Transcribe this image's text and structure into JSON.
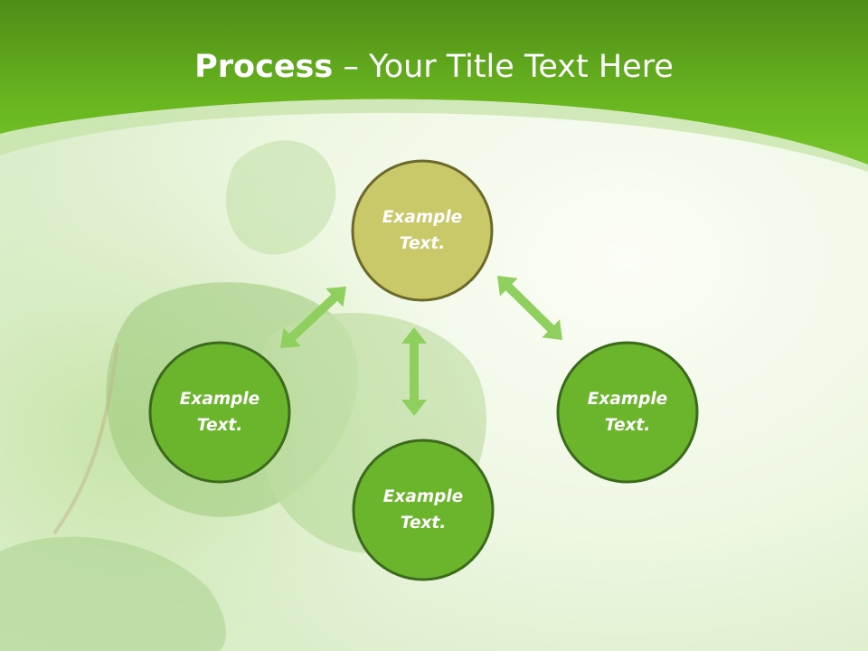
{
  "title": {
    "bold": "Process",
    "rest": " – Your Title Text Here"
  },
  "nodes": [
    {
      "id": "top",
      "line1": "Example",
      "line2": "Text."
    },
    {
      "id": "left",
      "line1": "Example",
      "line2": "Text."
    },
    {
      "id": "bottom",
      "line1": "Example",
      "line2": "Text."
    },
    {
      "id": "right",
      "line1": "Example",
      "line2": "Text."
    }
  ],
  "colors": {
    "header_green": "#6cbf24",
    "node_green": "#6bb52c",
    "node_olive": "#cac96a",
    "node_border": "#3b6a1c",
    "olive_border": "#6b6a2a",
    "arrow_green": "#8fcf5e"
  }
}
